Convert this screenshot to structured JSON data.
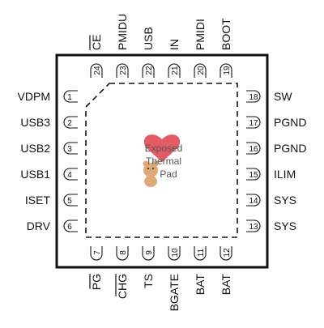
{
  "pins_left": [
    {
      "num": "1",
      "name": "VDPM"
    },
    {
      "num": "2",
      "name": "USB3"
    },
    {
      "num": "3",
      "name": "USB2"
    },
    {
      "num": "4",
      "name": "USB1"
    },
    {
      "num": "5",
      "name": "ISET"
    },
    {
      "num": "6",
      "name": "DRV"
    }
  ],
  "pins_bottom": [
    {
      "num": "7",
      "name": "PG",
      "overbar": true
    },
    {
      "num": "8",
      "name": "CHG",
      "overbar": true
    },
    {
      "num": "9",
      "name": "TS",
      "overbar": false
    },
    {
      "num": "10",
      "name": "BGATE",
      "overbar": false
    },
    {
      "num": "11",
      "name": "BAT",
      "overbar": false
    },
    {
      "num": "12",
      "name": "BAT",
      "overbar": false
    }
  ],
  "pins_right": [
    {
      "num": "13",
      "name": "SYS"
    },
    {
      "num": "14",
      "name": "SYS"
    },
    {
      "num": "15",
      "name": "ILIM"
    },
    {
      "num": "16",
      "name": "PGND"
    },
    {
      "num": "17",
      "name": "PGND"
    },
    {
      "num": "18",
      "name": "SW"
    }
  ],
  "pins_top": [
    {
      "num": "19",
      "name": "BOOT",
      "overbar": false
    },
    {
      "num": "20",
      "name": "PMIDI",
      "overbar": false
    },
    {
      "num": "21",
      "name": "IN",
      "overbar": false
    },
    {
      "num": "22",
      "name": "USB",
      "overbar": false
    },
    {
      "num": "23",
      "name": "PMIDU",
      "overbar": false
    },
    {
      "num": "24",
      "name": "CE",
      "overbar": true
    }
  ],
  "thermal_pad": {
    "line1": "Exposed",
    "line2": "Thermal",
    "line3": "Pad"
  },
  "colors": {
    "outline": "#111111",
    "text": "#111111",
    "pad_text": "#555555",
    "logo_heart": "#e04a56",
    "logo_bear": "#d9a06a"
  }
}
